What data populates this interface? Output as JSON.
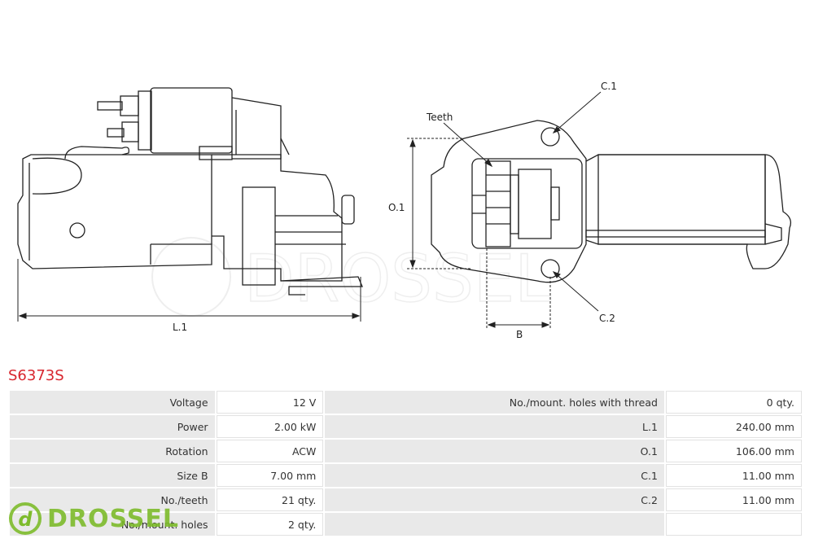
{
  "drawing": {
    "labels": {
      "length": "L.1",
      "teeth": "Teeth",
      "c1": "C.1",
      "c2": "C.2",
      "o1": "O.1",
      "b": "B"
    },
    "watermark": "DROSSEL"
  },
  "part_number": "S6373S",
  "specs": {
    "left": [
      {
        "label": "Voltage",
        "value": "12 V"
      },
      {
        "label": "Power",
        "value": "2.00 kW"
      },
      {
        "label": "Rotation",
        "value": "ACW"
      },
      {
        "label": "Size B",
        "value": "7.00 mm"
      },
      {
        "label": "No./teeth",
        "value": "21 qty."
      },
      {
        "label": "No./mount. holes",
        "value": "2 qty."
      }
    ],
    "right": [
      {
        "label": "No./mount. holes with thread",
        "value": "0 qty."
      },
      {
        "label": "L.1",
        "value": "240.00 mm"
      },
      {
        "label": "O.1",
        "value": "106.00 mm"
      },
      {
        "label": "C.1",
        "value": "11.00 mm"
      },
      {
        "label": "C.2",
        "value": "11.00 mm"
      },
      {
        "label": "",
        "value": ""
      }
    ]
  },
  "logo": {
    "text": "DROSSEL",
    "mark": "d",
    "color": "#7dbb2b"
  },
  "colors": {
    "accent": "#d8262e",
    "label_bg": "#e9e9e9"
  }
}
